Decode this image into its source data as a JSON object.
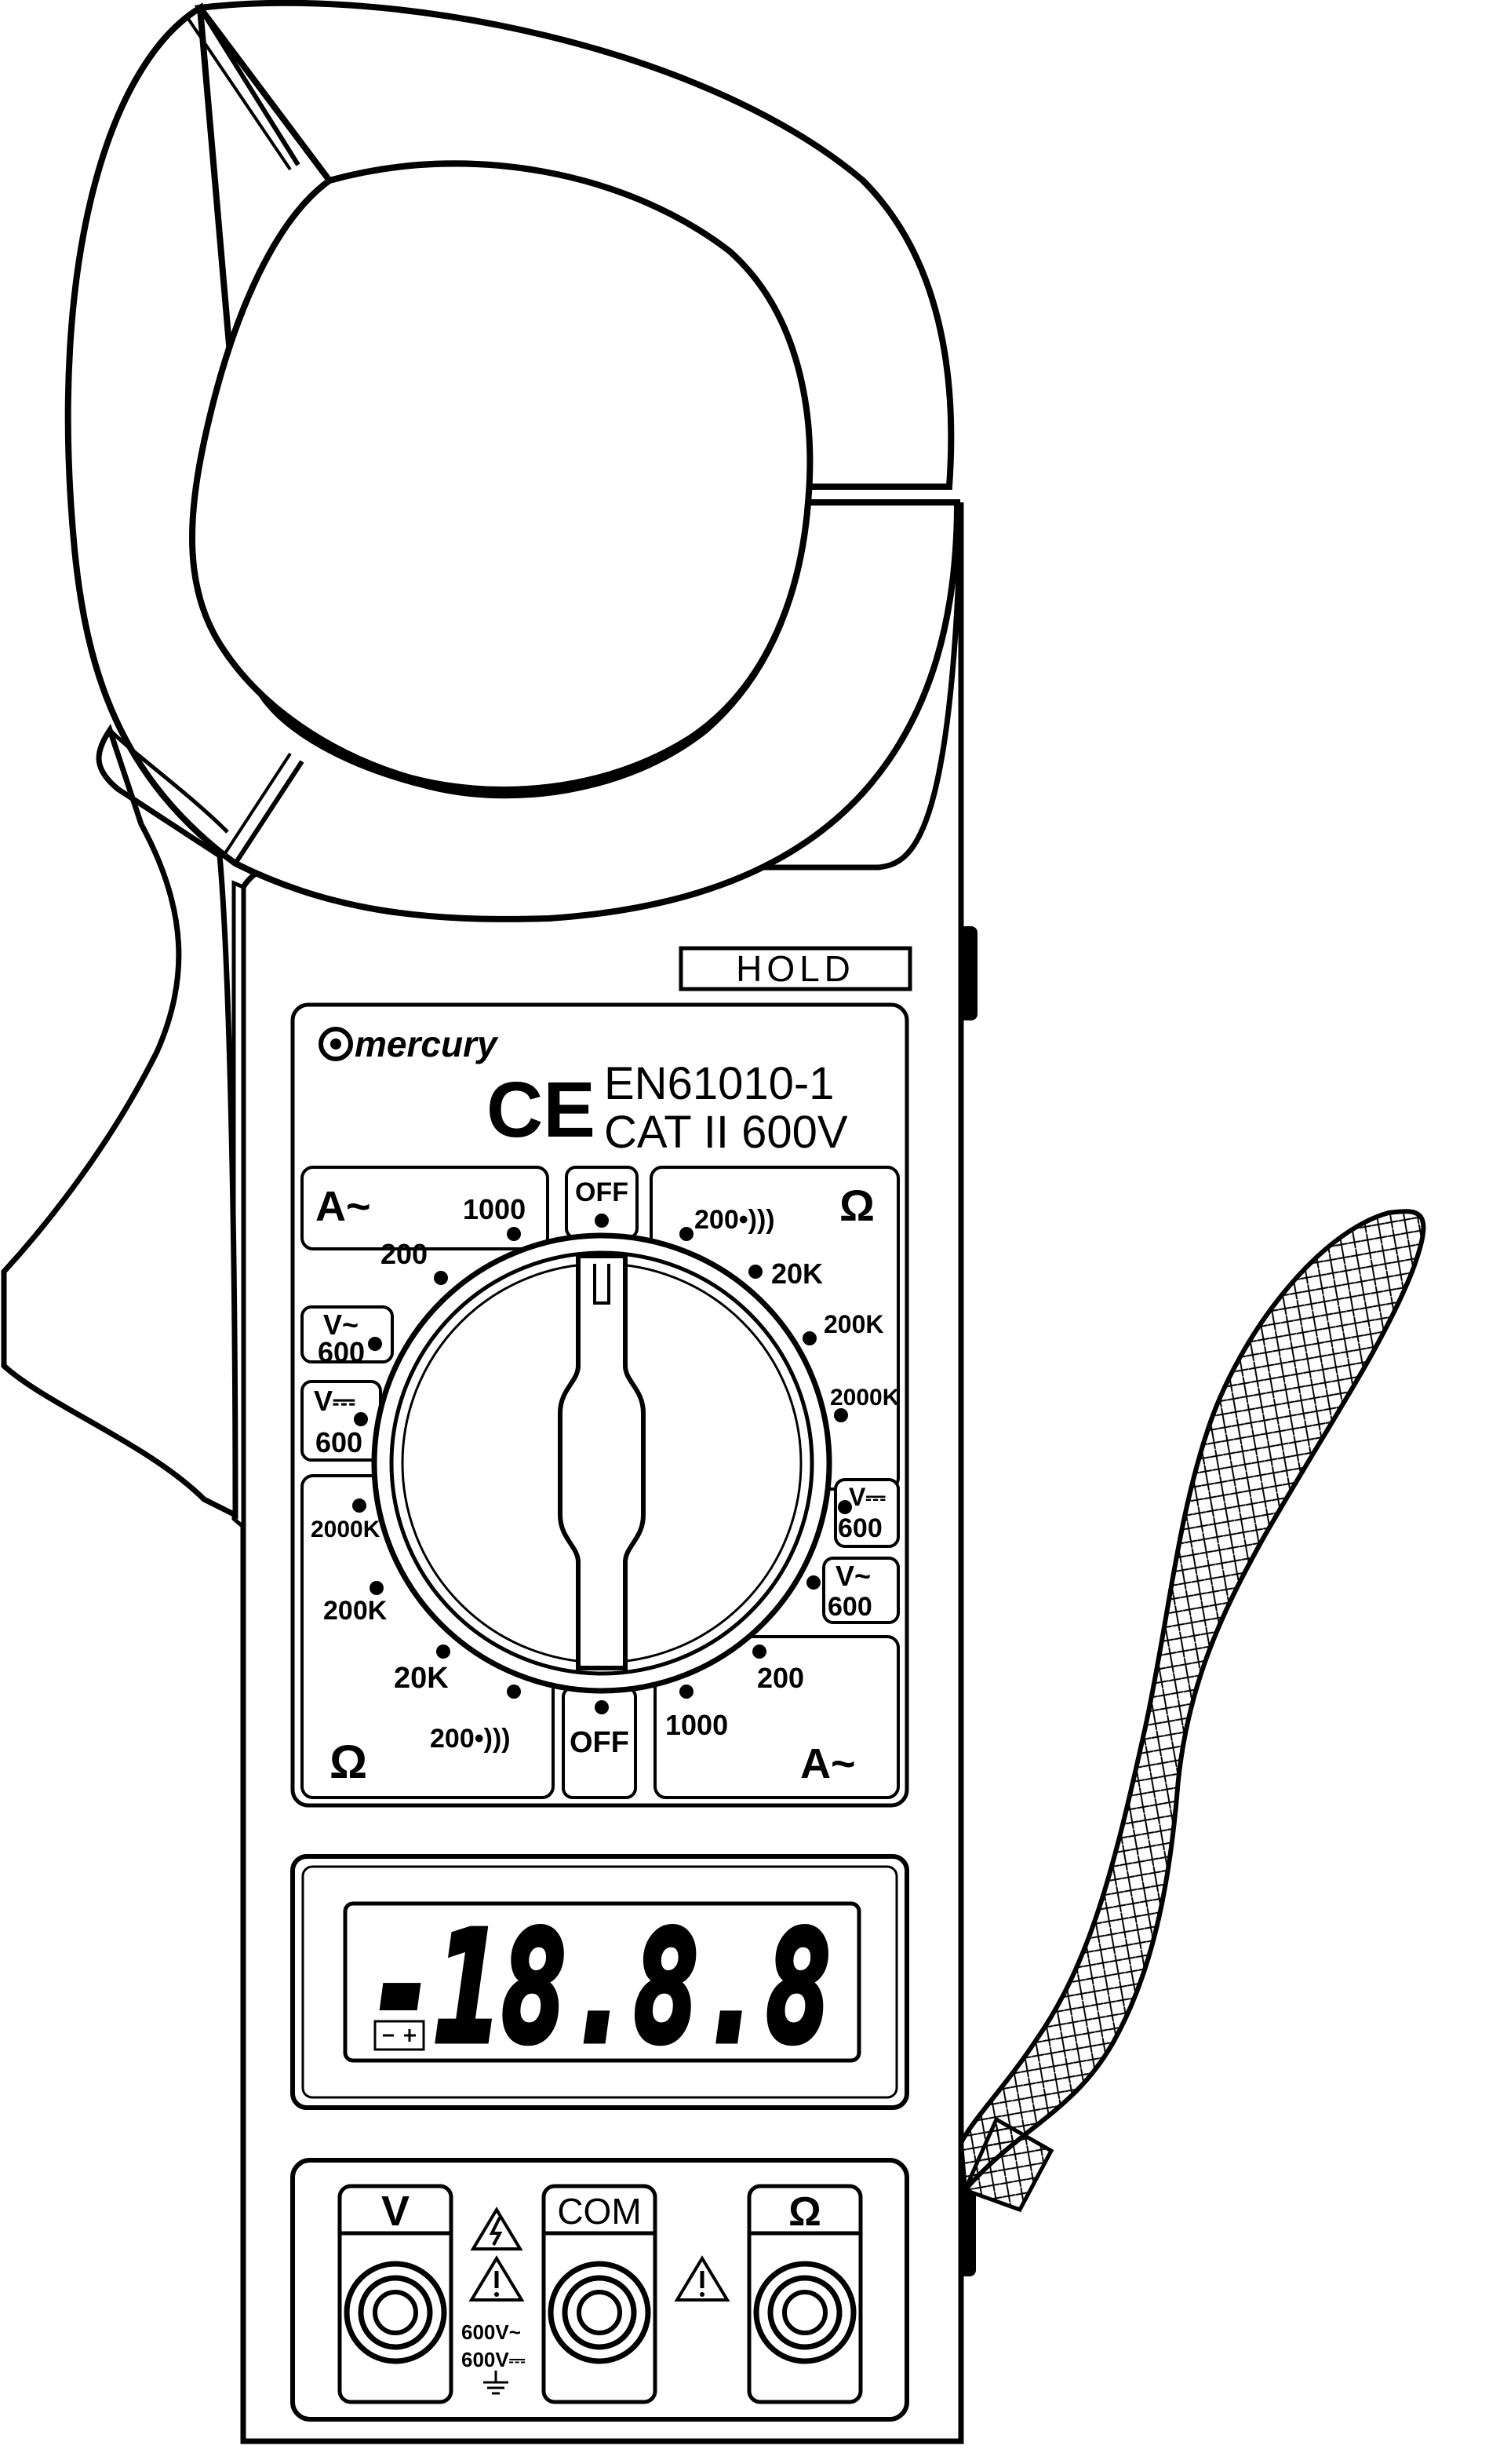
{
  "hold_label": "HOLD",
  "brand": "mercury",
  "ce_mark": "CE",
  "standard": "EN61010-1",
  "category": "CAT II 600V",
  "display_reading": "-18.8.8",
  "dial": {
    "off_top": "OFF",
    "off_bottom": "OFF",
    "a_ac_top": {
      "symbol": "A~",
      "r1000": "1000",
      "r200": "200"
    },
    "v_ac_left": {
      "symbol": "V~",
      "value": "600"
    },
    "v_dc_left": {
      "symbol": "V⎓",
      "value": "600"
    },
    "ohm_left": {
      "symbol": "Ω",
      "r2000k": "2000K",
      "r200k": "200K",
      "r20k": "20K",
      "r200": "200•)))"
    },
    "ohm_right": {
      "symbol": "Ω",
      "r200": "200•)))",
      "r20k": "20K",
      "r200k": "200K",
      "r2000k": "2000K"
    },
    "v_dc_right": {
      "symbol": "V⎓",
      "value": "600"
    },
    "v_ac_right": {
      "symbol": "V~",
      "value": "600"
    },
    "a_ac_bottom": {
      "symbol": "A~",
      "r200": "200",
      "r1000": "1000"
    }
  },
  "jacks": {
    "v_label": "V",
    "com_label": "COM",
    "ohm_label": "Ω",
    "rating_ac": "600V~",
    "rating_dc": "600V⎓"
  },
  "icons": [
    "mercury-logo-icon",
    "ce-mark-icon",
    "battery-icon",
    "warning-triangle-icon",
    "high-voltage-icon",
    "ground-icon",
    "wrist-strap"
  ]
}
